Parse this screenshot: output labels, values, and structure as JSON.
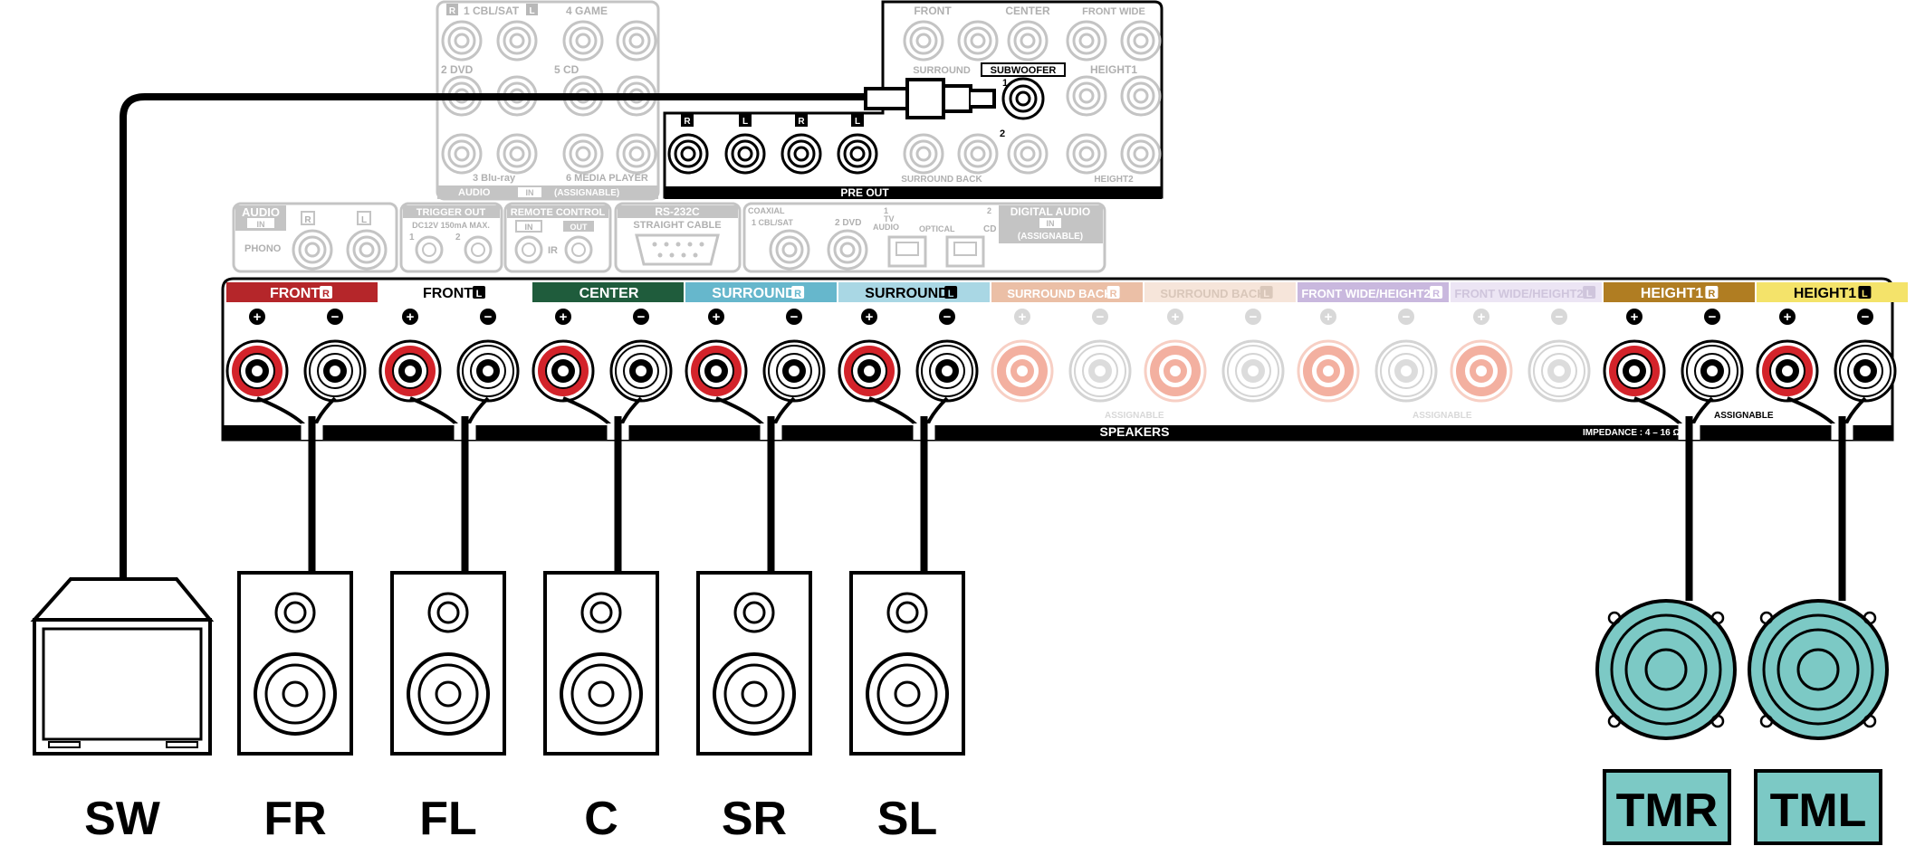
{
  "rear_panel": {
    "inputs": {
      "cbl_sat": "1 CBL/SAT",
      "game": "4 GAME",
      "dvd": "2 DVD",
      "cd": "5 CD",
      "bluray": "3 Blu-ray",
      "media_player": "6 MEDIA PLAYER",
      "audio_in_label": "AUDIO",
      "in_badge": "IN",
      "assignable_paren": "(ASSIGNABLE)",
      "r": "R",
      "l": "L"
    },
    "pre_out": {
      "label": "PRE OUT",
      "front": "FRONT",
      "center": "CENTER",
      "front_wide": "FRONT WIDE",
      "surround": "SURROUND",
      "subwoofer": "SUBWOOFER",
      "height1": "HEIGHT1",
      "surround_back": "SURROUND BACK",
      "height2": "HEIGHT2",
      "sw_num1": "1",
      "sw_num2": "2"
    },
    "phono": {
      "audio": "AUDIO",
      "in": "IN",
      "phono": "PHONO",
      "r": "R",
      "l": "L"
    },
    "trigger_out": {
      "title": "TRIGGER OUT",
      "spec": "DC12V 150mA MAX.",
      "n1": "1",
      "n2": "2"
    },
    "remote_control": {
      "title": "REMOTE CONTROL",
      "in": "IN",
      "out": "OUT",
      "ir": "IR"
    },
    "rs232c": {
      "title": "RS-232C",
      "sub": "STRAIGHT CABLE"
    },
    "digital": {
      "coaxial": "COAXIAL",
      "cbl_sat": "1 CBL/SAT",
      "dvd": "2 DVD",
      "tv_num": "1",
      "tv": "TV",
      "audio": "AUDIO",
      "optical": "OPTICAL",
      "cd_num": "2",
      "cd": "CD",
      "title": "DIGITAL AUDIO",
      "in": "IN",
      "assignable": "(ASSIGNABLE)"
    }
  },
  "speaker_terminals": {
    "groups": [
      {
        "label": "FRONT",
        "ch": "R",
        "color": "#b5262a",
        "text_color": "#ffffff",
        "active": true
      },
      {
        "label": "FRONT",
        "ch": "L",
        "color": "#ffffff",
        "text_color": "#000000",
        "active": true
      },
      {
        "label": "CENTER",
        "ch": "",
        "color": "#1f5c3c",
        "text_color": "#ffffff",
        "active": true
      },
      {
        "label": "SURROUND",
        "ch": "R",
        "color": "#66b7cc",
        "text_color": "#ffffff",
        "active": true
      },
      {
        "label": "SURROUND",
        "ch": "L",
        "color": "#a9d7e4",
        "text_color": "#000000",
        "active": true
      },
      {
        "label": "SURROUND BACK",
        "ch": "R",
        "color": "#ebbfa6",
        "text_color": "#ffffff",
        "active": false
      },
      {
        "label": "SURROUND BACK",
        "ch": "L",
        "color": "#f6e5da",
        "text_color": "#d9c7ba",
        "active": false
      },
      {
        "label": "FRONT WIDE/HEIGHT2",
        "ch": "R",
        "color": "#c9b8de",
        "text_color": "#ffffff",
        "active": false
      },
      {
        "label": "FRONT WIDE/HEIGHT2",
        "ch": "L",
        "color": "#ece5f4",
        "text_color": "#cfc5dc",
        "active": false
      },
      {
        "label": "HEIGHT1",
        "ch": "R",
        "color": "#b07d22",
        "text_color": "#ffffff",
        "active": true
      },
      {
        "label": "HEIGHT1",
        "ch": "L",
        "color": "#f4e36a",
        "text_color": "#000000",
        "active": true
      }
    ],
    "plus": "+",
    "minus": "−",
    "speakers_label": "SPEAKERS",
    "assignable_1": "ASSIGNABLE",
    "assignable_2": "ASSIGNABLE",
    "assignable_3": "ASSIGNABLE",
    "impedance": "IMPEDANCE : 4 – 16 Ω"
  },
  "speakers": {
    "sw": "SW",
    "fr": "FR",
    "fl": "FL",
    "c": "C",
    "sr": "SR",
    "sl": "SL",
    "tmr": "TMR",
    "tml": "TML"
  },
  "colors": {
    "terminal_red": "#d3232a",
    "terminal_red_faded": "#f3b0a0",
    "ceiling_speaker": "#7cc9c5",
    "panel_gray": "#b8b8b8"
  }
}
